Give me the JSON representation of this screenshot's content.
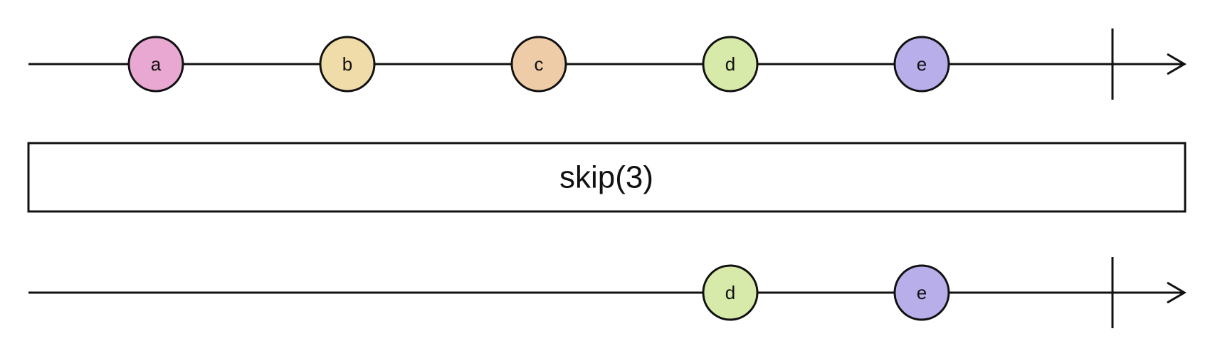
{
  "source_stream": {
    "marbles": [
      {
        "label": "a",
        "color": "#e9a8d2"
      },
      {
        "label": "b",
        "color": "#efdca8"
      },
      {
        "label": "c",
        "color": "#efcca8"
      },
      {
        "label": "d",
        "color": "#d7eaa9"
      },
      {
        "label": "e",
        "color": "#b8aeea"
      }
    ]
  },
  "operator": {
    "label": "skip(3)"
  },
  "result_stream": {
    "marbles": [
      {
        "label": "d",
        "color": "#d7eaa9"
      },
      {
        "label": "e",
        "color": "#b8aeea"
      }
    ]
  }
}
